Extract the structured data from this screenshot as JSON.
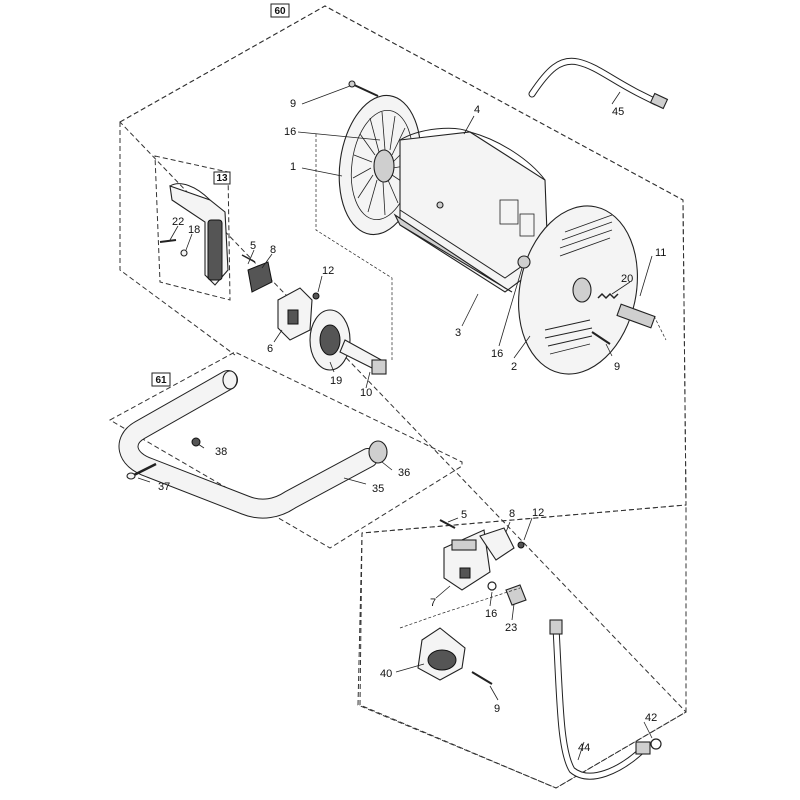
{
  "assembly_boxes": [
    {
      "id": "60"
    },
    {
      "id": "61"
    },
    {
      "id": "13"
    }
  ],
  "callouts": {
    "c9a": "9",
    "c45": "45",
    "c4": "4",
    "c16a": "16",
    "c1": "1",
    "c11": "11",
    "c20": "20",
    "c3": "3",
    "c16b": "16",
    "c2": "2",
    "c9b": "9",
    "c22": "22",
    "c18": "18",
    "c5a": "5",
    "c8a": "8",
    "c12a": "12",
    "c6": "6",
    "c19": "19",
    "c10": "10",
    "c38": "38",
    "c36": "36",
    "c37": "37",
    "c35": "35",
    "c5b": "5",
    "c8b": "8",
    "c12b": "12",
    "c7": "7",
    "c16c": "16",
    "c23": "23",
    "c40": "40",
    "c9c": "9",
    "c42": "42",
    "c44": "44"
  }
}
